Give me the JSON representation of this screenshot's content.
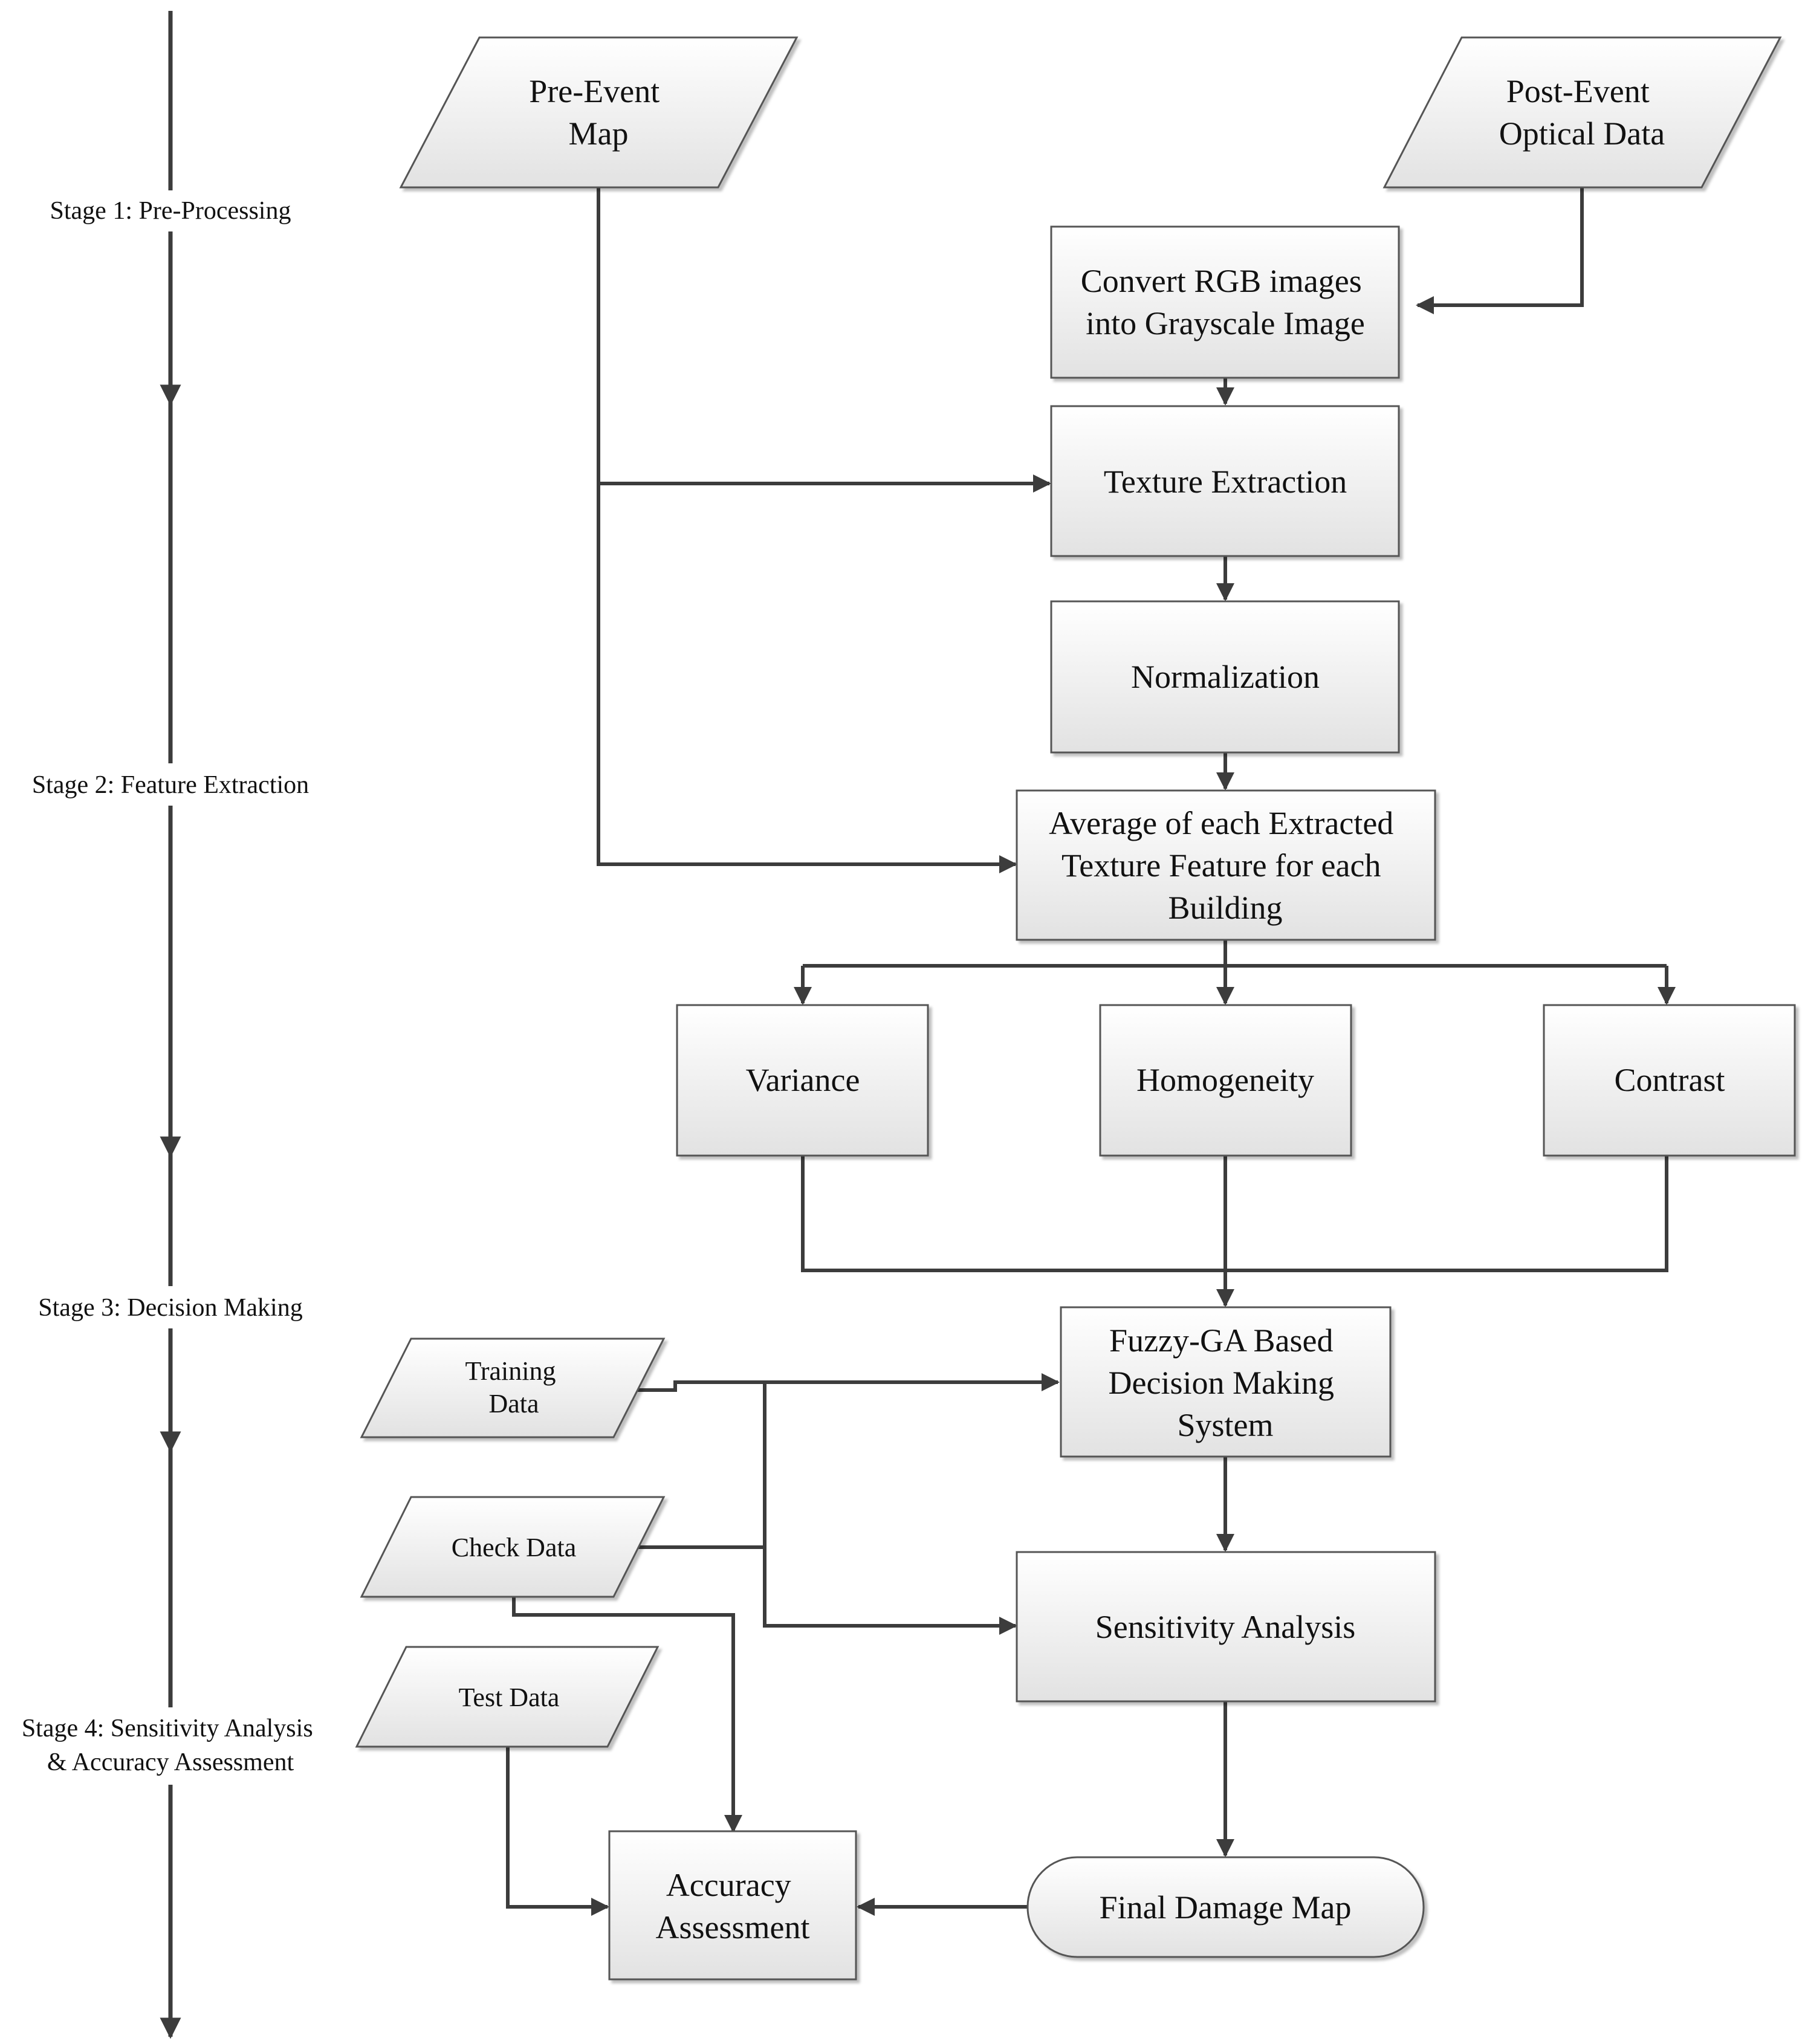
{
  "stages": [
    {
      "id": "stage1",
      "lines": [
        "Stage 1: Pre-Processing"
      ]
    },
    {
      "id": "stage2",
      "lines": [
        "Stage 2: Feature Extraction"
      ]
    },
    {
      "id": "stage3",
      "lines": [
        "Stage 3: Decision Making"
      ]
    },
    {
      "id": "stage4",
      "lines": [
        "Stage 4: Sensitivity Analysis",
        "& Accuracy Assessment"
      ]
    }
  ],
  "nodes": {
    "pre_event_map": {
      "lines": [
        "Pre-Event",
        "Map"
      ]
    },
    "post_event_data": {
      "lines": [
        "Post-Event",
        "Optical Data"
      ]
    },
    "convert_rgb": {
      "lines": [
        "Convert RGB images",
        "into Grayscale Image"
      ]
    },
    "texture_extraction": {
      "lines": [
        "Texture Extraction"
      ]
    },
    "normalization": {
      "lines": [
        "Normalization"
      ]
    },
    "average_feature": {
      "lines": [
        "Average of each Extracted",
        "Texture Feature for each",
        "Building"
      ]
    },
    "variance": {
      "lines": [
        "Variance"
      ]
    },
    "homogeneity": {
      "lines": [
        "Homogeneity"
      ]
    },
    "contrast": {
      "lines": [
        "Contrast"
      ]
    },
    "fuzzy_ga": {
      "lines": [
        "Fuzzy-GA Based",
        "Decision Making",
        "System"
      ]
    },
    "training_data": {
      "lines": [
        "Training",
        "Data"
      ]
    },
    "check_data": {
      "lines": [
        "Check Data"
      ]
    },
    "test_data": {
      "lines": [
        "Test Data"
      ]
    },
    "sensitivity_analysis": {
      "lines": [
        "Sensitivity Analysis"
      ]
    },
    "accuracy_assessment": {
      "lines": [
        "Accuracy",
        "Assessment"
      ]
    },
    "final_damage_map": {
      "lines": [
        "Final Damage Map"
      ]
    }
  },
  "colors": {
    "line": "#3c3c3c",
    "fill_top": "#ffffff",
    "fill_bottom": "#e4e4e4",
    "border": "#555555"
  }
}
